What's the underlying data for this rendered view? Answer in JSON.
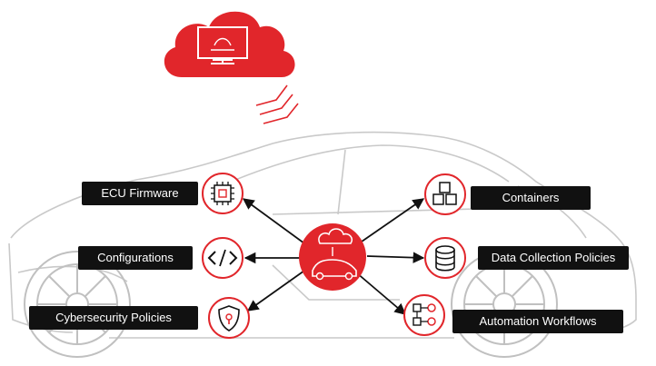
{
  "labels": {
    "ecu_firmware": "ECU Firmware",
    "configurations": "Configurations",
    "cybersecurity_policies": "Cybersecurity Policies",
    "containers": "Containers",
    "data_collection_policies": "Data Collection Policies",
    "automation_workflows": "Automation Workflows"
  },
  "colors": {
    "accent": "#e1262b",
    "label_bg": "#111111",
    "label_text": "#ffffff",
    "arrow": "#111111",
    "car_outline": "#c8c8c8"
  },
  "icons": {
    "cloud": "cloud-monitor-icon",
    "center": "cloud-car-icon",
    "ecu_firmware": "chip-icon",
    "configurations": "code-brackets-icon",
    "cybersecurity_policies": "shield-lock-icon",
    "containers": "boxes-icon",
    "data_collection_policies": "database-icon",
    "automation_workflows": "workflow-gears-icon"
  }
}
